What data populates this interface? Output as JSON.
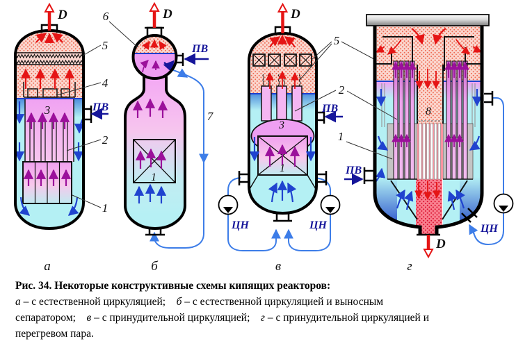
{
  "colors": {
    "steam_pink": "#fbd7cf",
    "steam_dot_red": "#ee6a52",
    "superheat_red": "#f9808f",
    "water_cyan": "#b4f0f4",
    "water_magenta": "#f0a2f2",
    "arrow_red": "#e51515",
    "arrow_blue": "#2043cf",
    "arrow_purple": "#9b109b",
    "pipe_blue": "#3d7de8",
    "label_navy": "#16169a",
    "lid_gray": "#8a8a8a"
  },
  "reactors": {
    "a": {
      "letter": "а",
      "d_label": "D",
      "callout_5": "5",
      "callout_4": "4",
      "pv_label": "ПВ",
      "label_3": "3",
      "callout_2": "2",
      "callout_1": "1"
    },
    "b": {
      "letter": "б",
      "callout_6": "6",
      "d_label": "D",
      "pv_label": "ПВ",
      "pipe_label_7": "7",
      "core_label_1": "1"
    },
    "v": {
      "letter": "в",
      "d_label": "D",
      "callout_5": "5",
      "pv_label": "ПВ",
      "label_3": "3",
      "core_label_1": "1",
      "pump_left": "ЦН",
      "pump_right": "ЦН"
    },
    "g": {
      "letter": "г",
      "callout_2": "2",
      "callout_1": "1",
      "label_8": "8",
      "pv_label": "ПВ",
      "pump": "ЦН",
      "d_label": "D"
    }
  },
  "caption": {
    "line1": "Рис. 34. Некоторые конструктивные схемы кипящих реакторов:",
    "line2_s0": "а",
    "line2_s1": " – с естественной циркуляцией;    ",
    "line2_s2": "б",
    "line2_s3": " – с естественной циркуляцией и выносным",
    "line3_s0": "сепаратором;    ",
    "line3_s1": "в",
    "line3_s2": " – с принудительной циркуляцией;    ",
    "line3_s3": "г",
    "line3_s4": " – с принудительной циркуляцией и",
    "line4": "перегревом пара."
  }
}
